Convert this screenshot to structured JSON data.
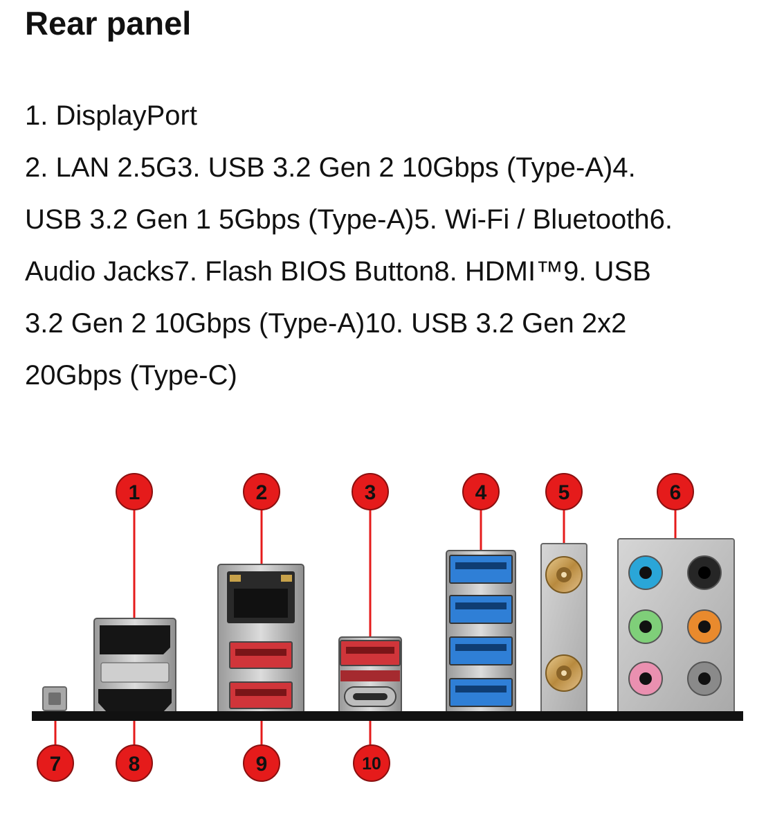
{
  "heading": "Rear panel",
  "lines": [
    "1. DisplayPort",
    "2. LAN 2.5G3. USB 3.2 Gen 2 10Gbps (Type-A)4.",
    "USB 3.2 Gen 1 5Gbps (Type-A)5. Wi-Fi / Bluetooth6.",
    "Audio Jacks7. Flash BIOS Button8. HDMI™9. USB",
    "3.2 Gen 2 10Gbps (Type-A)10. USB 3.2 Gen 2x2",
    "20Gbps (Type-C)"
  ],
  "badges": {
    "b1": "1",
    "b2": "2",
    "b3": "3",
    "b4": "4",
    "b5": "5",
    "b6": "6",
    "b7": "7",
    "b8": "8",
    "b9": "9",
    "b10": "10"
  },
  "colors": {
    "badge_red": "#e51b1b",
    "usb3_blue": "#2f7fd6",
    "usb_red": "#d0353a",
    "audio_blue": "#2aa6d8",
    "audio_green": "#7fcf79",
    "audio_orange": "#e98a2d",
    "audio_pink": "#ea90b0",
    "audio_gray": "#8a8a8a",
    "baseline": "#111111"
  }
}
